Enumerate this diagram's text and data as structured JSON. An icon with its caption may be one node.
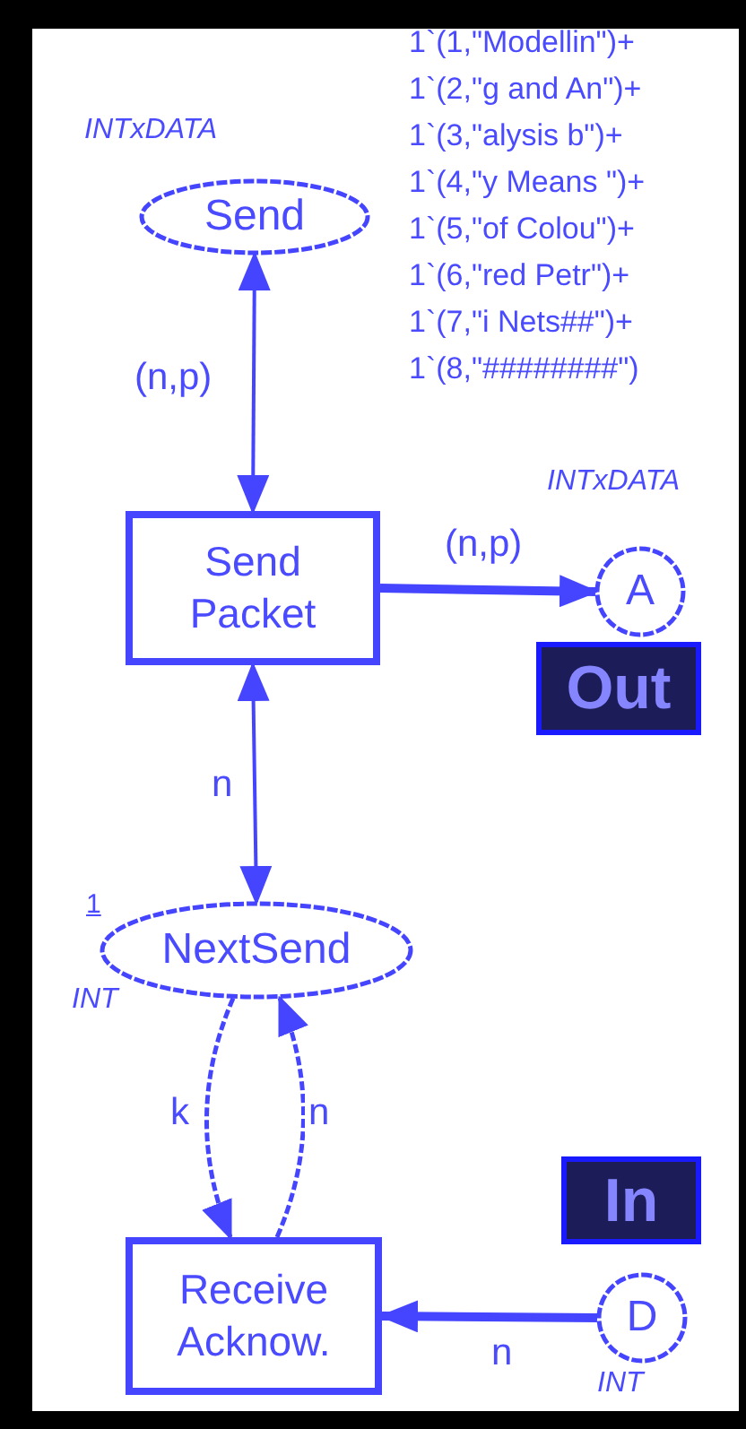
{
  "diagram": {
    "nodes": [
      {
        "text": [
          "Send"
        ],
        "beside": [
          "INTxDATA",
          "1`(1,\"Modellin\")+",
          "1`(2,\"g and An\")+",
          "1`(3,\"alysis b\")+",
          "1`(4,\"y Means \")+",
          "1`(5,\"of Colou\")+",
          "1`(6,\"red Petr\")+",
          "1`(7,\"i Nets##\")+",
          "1`(8,\"########\")"
        ]
      },
      {
        "text": [
          "Send Packet"
        ]
      },
      {
        "text": [
          "A"
        ],
        "beside": [
          "INTxDATA"
        ]
      },
      {
        "text": [
          "Out"
        ]
      },
      {
        "text": [
          "NextSend"
        ],
        "beside": [
          "1",
          "INT"
        ]
      },
      {
        "text": [
          "Receive Acknow."
        ]
      },
      {
        "text": [
          "In"
        ]
      },
      {
        "text": [
          "D"
        ],
        "beside": [
          "INT"
        ]
      }
    ],
    "edges": [
      {
        "from": 0,
        "to": 1,
        "arrow": "both",
        "label": "(n,p)"
      },
      {
        "from": 1,
        "to": 4,
        "arrow": "both",
        "label": "n"
      },
      {
        "from": 1,
        "to": 2,
        "arrow": "to",
        "label": "(n,p)",
        "style": "thick"
      },
      {
        "from": 4,
        "to": 5,
        "arrow": "to",
        "label": "k",
        "style": "dashed"
      },
      {
        "from": 5,
        "to": 4,
        "arrow": "to",
        "label": "n",
        "style": "dashed"
      },
      {
        "from": 7,
        "to": 5,
        "arrow": "to",
        "label": "n",
        "style": "thick"
      }
    ]
  }
}
